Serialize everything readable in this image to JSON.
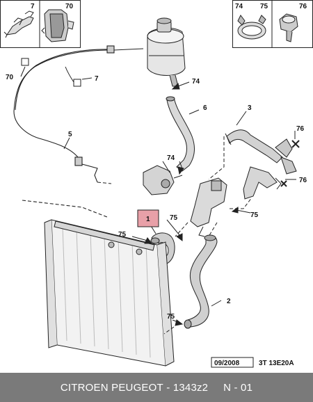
{
  "diagram": {
    "labels": {
      "l1": "1",
      "l2": "2",
      "l3": "3",
      "l5": "5",
      "l6": "6",
      "l7_inset": "7",
      "l70_inset": "70",
      "l7_callout": "7",
      "l70_callout": "70",
      "l74_inset": "74",
      "l75_inset": "75",
      "l76_inset": "76",
      "l74_a": "74",
      "l74_b": "74",
      "l75_a": "75",
      "l75_b": "75",
      "l75_c": "75",
      "l75_d": "75",
      "l76_a": "76",
      "l76_b": "76"
    },
    "date_code": "09/2008",
    "ref_code": "3T 13E20A"
  },
  "footer": {
    "brand": "CITROEN PEUGEOT",
    "separator": " - ",
    "part_number": "1343z2",
    "position": "N - 01"
  },
  "colors": {
    "highlight": "#e8a0a8",
    "footer_bg": "#7a7a7a"
  }
}
